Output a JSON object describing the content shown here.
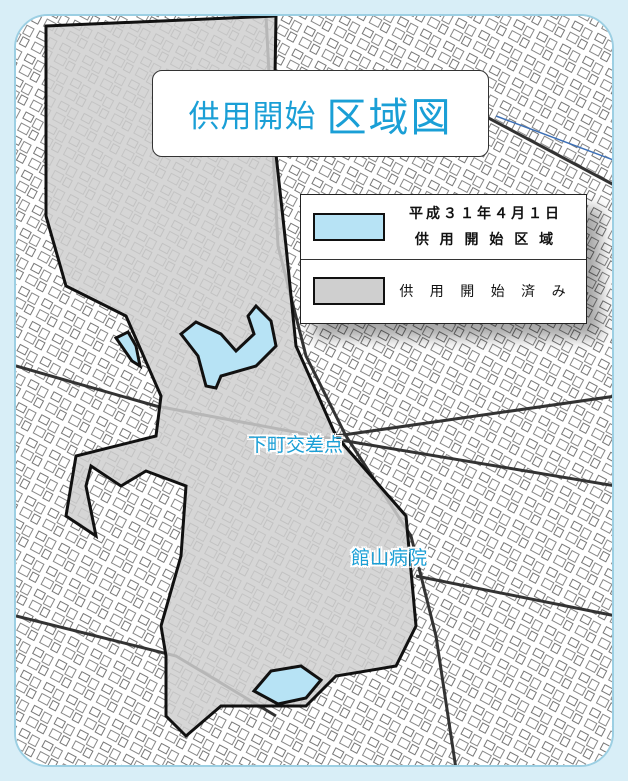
{
  "title": {
    "prefix": "供用開始",
    "main": "区域図"
  },
  "legend": {
    "new_area_line1": "平成３１年４月１日",
    "new_area_line2": "供 用 開 始 区 域",
    "existing_area": "供 用 開 始 済 み"
  },
  "places": {
    "intersection": "下町交差点",
    "hospital": "館山病院"
  },
  "colors": {
    "new_area": "#b7e3f5",
    "existing_area": "#cfcfcf",
    "label_text": "#1a9fd6",
    "frame_border": "#9ccfe3",
    "page_background": "#d8eef7"
  }
}
